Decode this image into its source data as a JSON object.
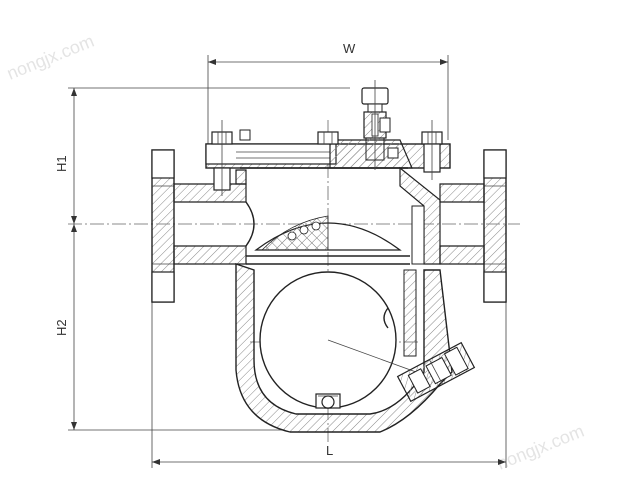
{
  "dimensions": {
    "width_label": "W",
    "height_upper_label": "H1",
    "height_lower_label": "H2",
    "length_label": "L"
  },
  "watermark": {
    "text_top_left": "nongjx.com",
    "text_bottom_right": "nongjx.com"
  },
  "colors": {
    "line": "#222222",
    "hatch": "#888888",
    "background": "#ffffff"
  }
}
